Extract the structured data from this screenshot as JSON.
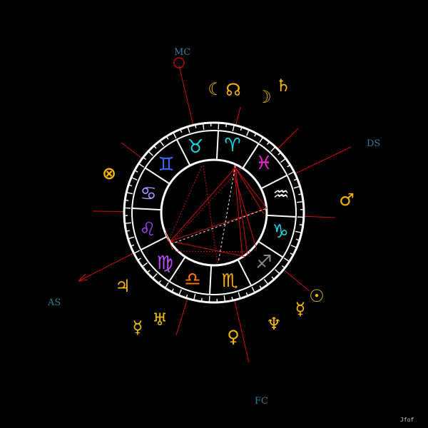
{
  "colors": {
    "background": "#000000",
    "wheel": "#ffffff",
    "aspect_line": "#cc1010",
    "axis_label": "#2f7f95",
    "planet": "#f5b800"
  },
  "chart": {
    "axes": {
      "mc": "MC",
      "ds": "DS",
      "fc": "FC",
      "as": "AS"
    },
    "credit": "Jfof",
    "signs": [
      {
        "name": "aries",
        "glyph": "♈",
        "icon": "aries-icon",
        "color": "#18d8e0"
      },
      {
        "name": "taurus",
        "glyph": "♉",
        "icon": "taurus-icon",
        "color": "#18d8e0"
      },
      {
        "name": "gemini",
        "glyph": "♊",
        "icon": "gemini-icon",
        "color": "#3a6cff"
      },
      {
        "name": "cancer",
        "glyph": "♋",
        "icon": "cancer-icon",
        "color": "#a09cff"
      },
      {
        "name": "leo",
        "glyph": "♌",
        "icon": "leo-icon",
        "color": "#b040ff"
      },
      {
        "name": "virgo",
        "glyph": "♍",
        "icon": "virgo-icon",
        "color": "#c050ff"
      },
      {
        "name": "libra",
        "glyph": "♎",
        "icon": "libra-icon",
        "color": "#ff7a00"
      },
      {
        "name": "scorpio",
        "glyph": "♏",
        "icon": "scorpio-icon",
        "color": "#ffb000"
      },
      {
        "name": "sagittarius",
        "glyph": "♐",
        "icon": "sagittarius-icon",
        "color": "#888888"
      },
      {
        "name": "capricorn",
        "glyph": "♑",
        "icon": "capricorn-icon",
        "color": "#18d8e0"
      },
      {
        "name": "aquarius",
        "glyph": "♒",
        "icon": "aquarius-icon",
        "color": "#ffffff"
      },
      {
        "name": "pisces",
        "glyph": "♓",
        "icon": "pisces-icon",
        "color": "#ff22dd"
      }
    ],
    "planets": [
      {
        "name": "moon",
        "glyph": "☾",
        "icon": "moon-icon",
        "color": "#f5b800"
      },
      {
        "name": "node",
        "glyph": "☊",
        "icon": "node-icon",
        "color": "#f5b800"
      },
      {
        "name": "moon-crescent",
        "glyph": "☽",
        "icon": "moon-crescent-icon",
        "color": "#f5b800"
      },
      {
        "name": "saturn",
        "glyph": "♄",
        "icon": "saturn-icon",
        "color": "#f5b800"
      },
      {
        "name": "mars",
        "glyph": "♂",
        "icon": "mars-icon",
        "color": "#f5b800"
      },
      {
        "name": "sun",
        "glyph": "☉",
        "icon": "sun-icon",
        "color": "#f5b800"
      },
      {
        "name": "mercury",
        "glyph": "☿",
        "icon": "mercury-icon",
        "color": "#f5b800"
      },
      {
        "name": "neptune",
        "glyph": "♆",
        "icon": "neptune-icon",
        "color": "#f5b800"
      },
      {
        "name": "venus",
        "glyph": "♀",
        "icon": "venus-icon",
        "color": "#f5b800"
      },
      {
        "name": "uranus",
        "glyph": "♅",
        "icon": "uranus-icon",
        "color": "#f5b800"
      },
      {
        "name": "mercury-2",
        "glyph": "☿",
        "icon": "mercury-icon",
        "color": "#f5b800"
      },
      {
        "name": "jupiter",
        "glyph": "♃",
        "icon": "jupiter-icon",
        "color": "#f5b800"
      },
      {
        "name": "part-of-fortune",
        "glyph": "⊗",
        "icon": "part-of-fortune-icon",
        "color": "#f5b800"
      }
    ]
  }
}
